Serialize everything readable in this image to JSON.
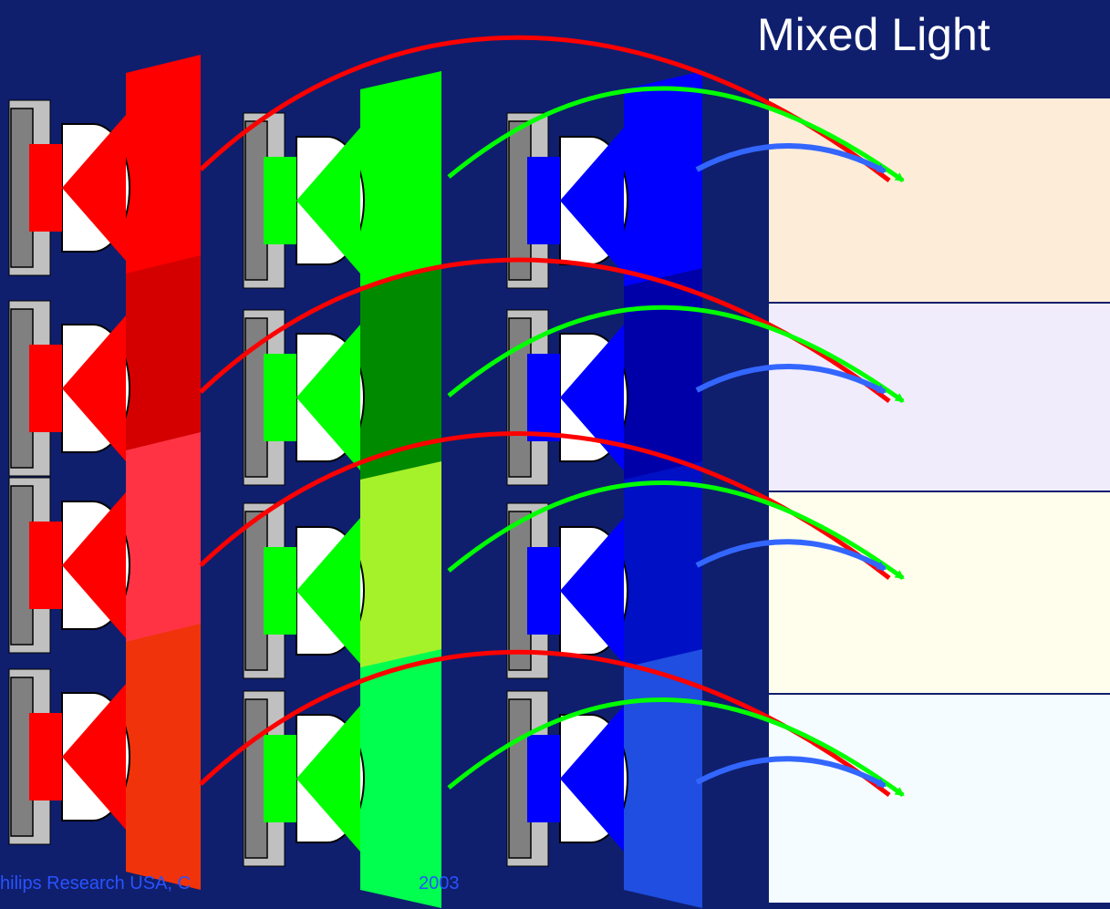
{
  "title": "Mixed Light",
  "footer": "hilips Research USA, C",
  "footer_year": "2003",
  "colors": {
    "background": "#0f1f6e",
    "led_gray": "#808080",
    "led_frame": "#c0c0c0",
    "led_white": "#ffffff",
    "arrow_red": "#ff0000",
    "arrow_green": "#00ff00",
    "arrow_blue": "#3366ff"
  },
  "rows": [
    {
      "red": "#ff0000",
      "green": "#00ff00",
      "blue": "#0000ff",
      "mixed": "#fdecd8"
    },
    {
      "red": "#d40000",
      "green": "#008a00",
      "blue": "#0000a8",
      "mixed": "#f0ecfc"
    },
    {
      "red": "#ff3344",
      "green": "#a6f22a",
      "blue": "#0010c4",
      "mixed": "#fffeec"
    },
    {
      "red": "#f0330a",
      "green": "#00ff4e",
      "blue": "#1f4ee0",
      "mixed": "#f5fcff"
    }
  ]
}
